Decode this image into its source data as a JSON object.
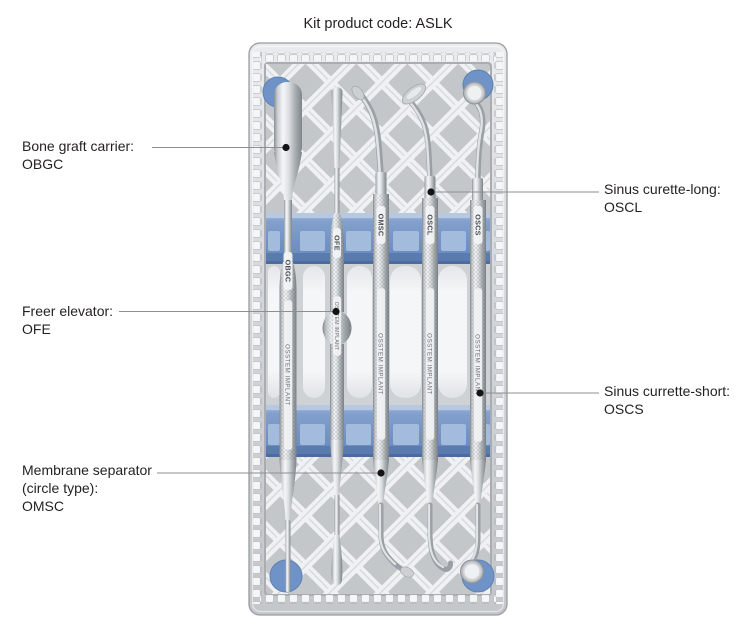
{
  "title": "Kit product code: ASLK",
  "callouts": [
    {
      "lines": [
        "Bone graft carrier:"
      ],
      "code": "OBGC",
      "side": "left"
    },
    {
      "lines": [
        "Freer elevator:"
      ],
      "code": "OFE",
      "side": "left"
    },
    {
      "lines": [
        "Membrane separator",
        "(circle type):"
      ],
      "code": "OMSC",
      "side": "left"
    },
    {
      "lines": [
        "Sinus curette-long:"
      ],
      "code": "OSCL",
      "side": "right"
    },
    {
      "lines": [
        "Sinus currette-short:"
      ],
      "code": "OSCS",
      "side": "right"
    }
  ],
  "tray": {
    "brand_text": "OSSTEM IMPLANT",
    "instruments": [
      {
        "code": "OBGC"
      },
      {
        "code": "OFE"
      },
      {
        "code": "OMSC"
      },
      {
        "code": "OSCL"
      },
      {
        "code": "OSCS"
      }
    ]
  },
  "colors": {
    "accent_blue": "#7392c3",
    "metal_gray": "#c6cacd",
    "text": "#231f20"
  }
}
